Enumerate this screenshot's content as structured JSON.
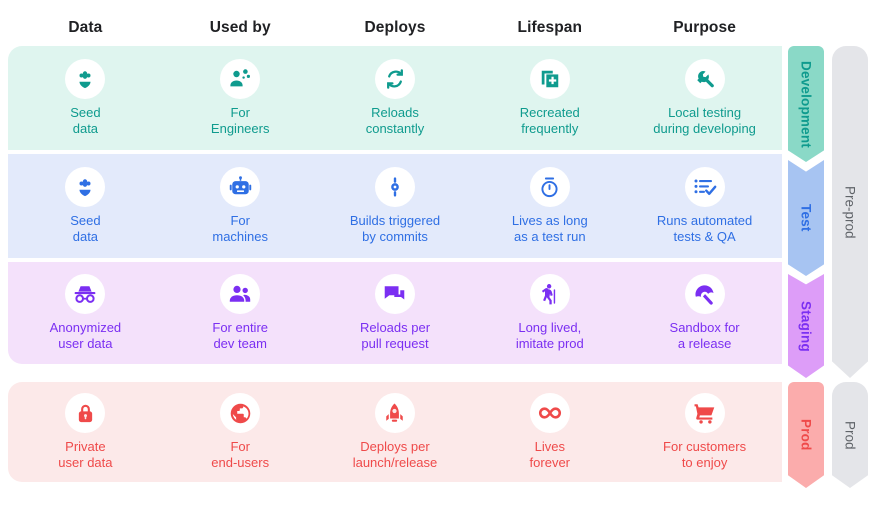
{
  "columns": [
    {
      "id": "data",
      "label": "Data"
    },
    {
      "id": "used_by",
      "label": "Used by"
    },
    {
      "id": "deploys",
      "label": "Deploys"
    },
    {
      "id": "lifespan",
      "label": "Lifespan"
    },
    {
      "id": "purpose",
      "label": "Purpose"
    }
  ],
  "colors": {
    "development_accent": "#0f9b8e",
    "development_bg": "#dff5ef",
    "development_chevron": "#8ad9c7",
    "test_accent": "#2f6fe4",
    "test_bg": "#e3eafb",
    "test_chevron": "#a7c4f2",
    "staging_accent": "#7b2ff2",
    "staging_bg": "#f4e1fb",
    "staging_chevron": "#dd9df8",
    "prod_accent": "#ef4a4a",
    "prod_bg": "#fce9e9",
    "prod_chevron": "#fbacac",
    "group_bg": "#e4e5e9",
    "group_text": "#5f6368",
    "header_text": "#202124"
  },
  "rows": [
    {
      "id": "development",
      "stage_label": "Development",
      "cells": [
        {
          "icon": "flower-icon",
          "label": "Seed\ndata"
        },
        {
          "icon": "engineer-icon",
          "label": "For\nEngineers"
        },
        {
          "icon": "refresh-loop-icon",
          "label": "Reloads\nconstantly"
        },
        {
          "icon": "add-document-icon",
          "label": "Recreated\nfrequently"
        },
        {
          "icon": "wrench-icon",
          "label": "Local testing\nduring developing"
        }
      ]
    },
    {
      "id": "test",
      "stage_label": "Test",
      "cells": [
        {
          "icon": "flower-icon",
          "label": "Seed\ndata"
        },
        {
          "icon": "robot-icon",
          "label": "For\nmachines"
        },
        {
          "icon": "commit-icon",
          "label": "Builds triggered\nby commits"
        },
        {
          "icon": "stopwatch-icon",
          "label": "Lives as long\nas a test run"
        },
        {
          "icon": "checklist-icon",
          "label": "Runs automated\ntests & QA"
        }
      ]
    },
    {
      "id": "staging",
      "stage_label": "Staging",
      "cells": [
        {
          "icon": "incognito-icon",
          "label": "Anonymized\nuser data"
        },
        {
          "icon": "people-icon",
          "label": "For entire\ndev team"
        },
        {
          "icon": "chat-bubbles-icon",
          "label": "Reloads per\npull request"
        },
        {
          "icon": "elder-walking-icon",
          "label": "Long lived,\nimitate prod"
        },
        {
          "icon": "beach-umbrella-icon",
          "label": "Sandbox for\na release"
        }
      ]
    },
    {
      "id": "prod",
      "stage_label": "Prod",
      "cells": [
        {
          "icon": "lock-icon",
          "label": "Private\nuser data"
        },
        {
          "icon": "globe-icon",
          "label": "For\nend-users"
        },
        {
          "icon": "rocket-icon",
          "label": "Deploys per\nlaunch/release"
        },
        {
          "icon": "infinity-icon",
          "label": "Lives\nforever"
        },
        {
          "icon": "shopping-cart-icon",
          "label": "For customers\nto enjoy"
        }
      ]
    }
  ],
  "groups": [
    {
      "id": "pre_prod",
      "label": "Pre-prod"
    },
    {
      "id": "prod",
      "label": "Prod"
    }
  ]
}
